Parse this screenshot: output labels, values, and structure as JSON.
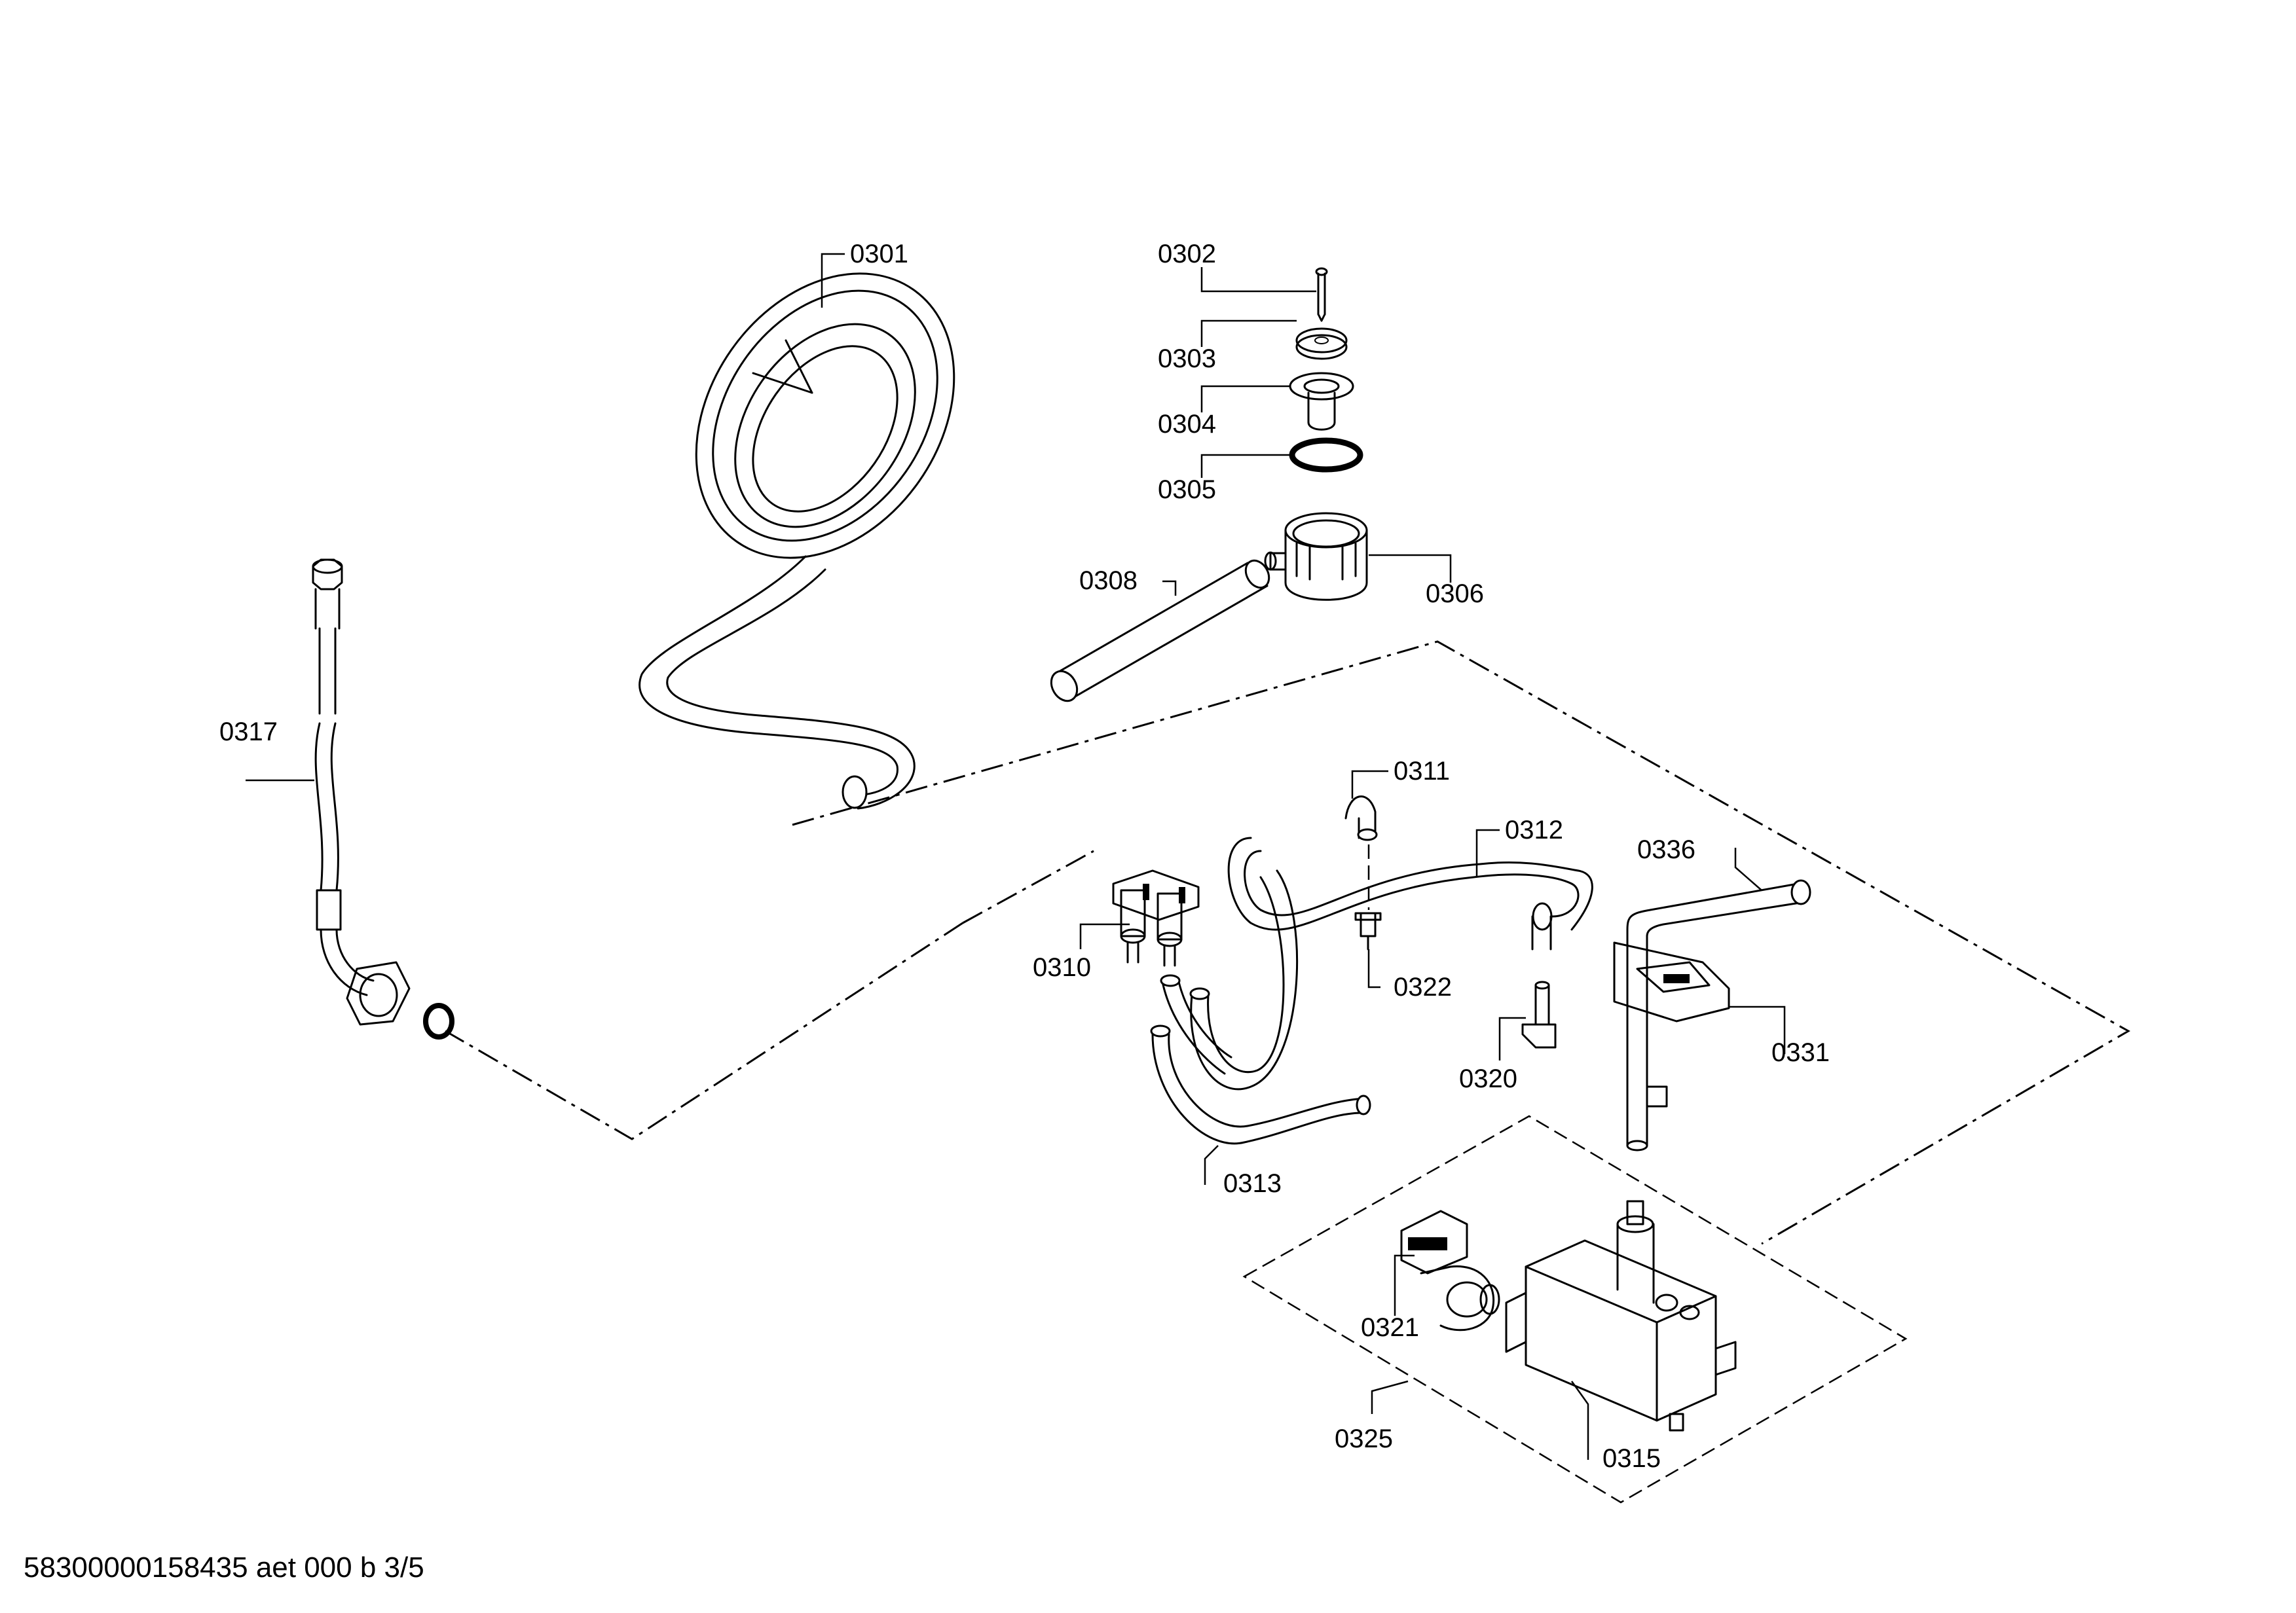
{
  "callouts": {
    "c0301": "0301",
    "c0302": "0302",
    "c0303": "0303",
    "c0304": "0304",
    "c0305": "0305",
    "c0306": "0306",
    "c0308": "0308",
    "c0310": "0310",
    "c0311": "0311",
    "c0312": "0312",
    "c0313": "0313",
    "c0315": "0315",
    "c0317": "0317",
    "c0320": "0320",
    "c0321": "0321",
    "c0322": "0322",
    "c0325": "0325",
    "c0331": "0331",
    "c0336": "0336"
  },
  "footer": {
    "doc_id": "58300000158435 aet 000 b 3/5"
  }
}
